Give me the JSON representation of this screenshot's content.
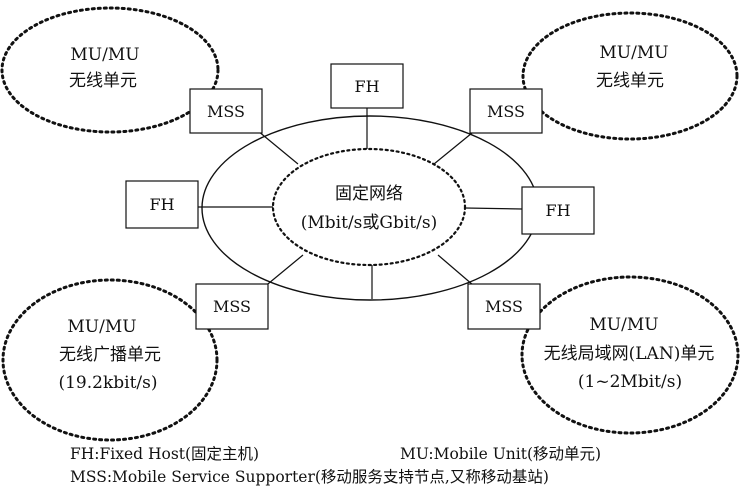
{
  "network": {
    "title": "固定网络",
    "speed": "(Mbit/s或Gbit/s)"
  },
  "fh_top": {
    "label": "FH"
  },
  "fh_left": {
    "label": "FH"
  },
  "fh_right": {
    "label": "FH"
  },
  "mss_top_left": {
    "label": "MSS"
  },
  "mss_top_right": {
    "label": "MSS"
  },
  "mss_bottom_left": {
    "label": "MSS"
  },
  "mss_bottom_right": {
    "label": "MSS"
  },
  "cell_top_left": {
    "title": "MU/MU",
    "subtitle": "无线单元"
  },
  "cell_top_right": {
    "title": "MU/MU",
    "subtitle": "无线单元"
  },
  "cell_bottom_left": {
    "title": "MU/MU",
    "subtitle": "无线广播单元",
    "rate": "(19.2kbit/s)"
  },
  "cell_bottom_right": {
    "title": "MU/MU",
    "subtitle": "无线局域网(LAN)单元",
    "rate": "(1~2Mbit/s)"
  },
  "legend": {
    "fh": "FH:Fixed Host(固定主机)",
    "mu": "MU:Mobile Unit(移动单元)",
    "mss": "MSS:Mobile Service Supporter(移动服务支持节点,又称移动基站)"
  },
  "colors": {
    "stroke": "#111111",
    "background": "#ffffff"
  }
}
